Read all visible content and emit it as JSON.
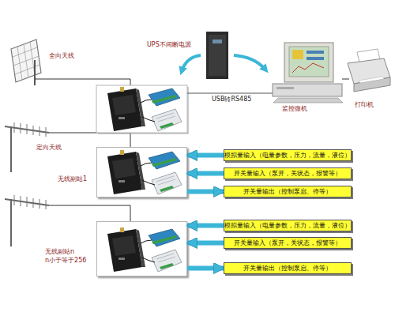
{
  "diagram": {
    "nodes": [
      {
        "text": [
          "无线副站1"
        ]
      },
      {
        "text": [
          "模拟量输入（电量参数，压力，流量，液位）"
        ]
      },
      {
        "text": [
          "开关量输入（泵开，关状态，报警等）"
        ]
      },
      {
        "text": [
          "开关量输出（控制泵启、停等）"
        ]
      },
      {
        "text": [
          "无线副站n n小于等于256"
        ]
      },
      {
        "text": [
          "模拟量输入（电量参数，压力，流量，液位）"
        ]
      },
      {
        "text": [
          "开关量输入（泵开，关状态，报警等）"
        ]
      },
      {
        "text": [
          "开关量输出（控制泵启、停等）"
        ]
      }
    ],
    "edges": [
      {
        "from": 1,
        "to": 0,
        "arrow": "to"
      },
      {
        "from": 2,
        "to": 0,
        "arrow": "to"
      },
      {
        "from": 0,
        "to": 3,
        "arrow": "to"
      },
      {
        "from": 5,
        "to": 4,
        "arrow": "to"
      },
      {
        "from": 6,
        "to": 4,
        "arrow": "to"
      },
      {
        "from": 4,
        "to": 7,
        "arrow": "to"
      }
    ],
    "labels": [
      "全向天线",
      "UPS不间断电源",
      "USB转RS485",
      "监控微机",
      "打印机",
      "定向天线"
    ]
  }
}
